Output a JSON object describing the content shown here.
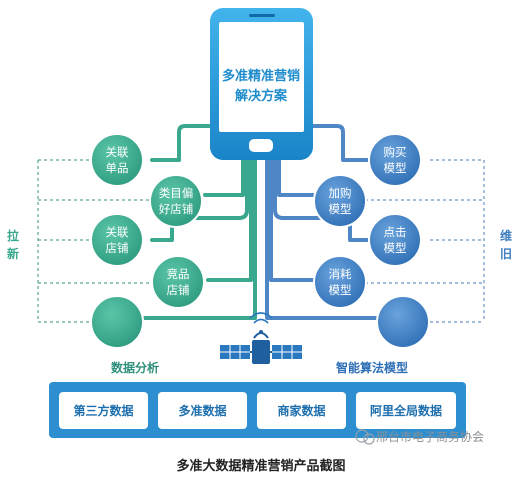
{
  "phone": {
    "line1": "多准精准营销",
    "line2": "解决方案"
  },
  "left_nodes": [
    {
      "line1": "关联",
      "line2": "单品"
    },
    {
      "line1": "类目偏",
      "line2": "好店铺"
    },
    {
      "line1": "关联",
      "line2": "店铺"
    },
    {
      "line1": "竞品",
      "line2": "店铺"
    },
    {
      "line1": "",
      "line2": ""
    }
  ],
  "right_nodes": [
    {
      "line1": "购买",
      "line2": "模型"
    },
    {
      "line1": "加购",
      "line2": "模型"
    },
    {
      "line1": "点击",
      "line2": "模型"
    },
    {
      "line1": "消耗",
      "line2": "模型"
    },
    {
      "line1": "",
      "line2": ""
    }
  ],
  "side_labels": {
    "left_a": "拉",
    "left_b": "新",
    "right_a": "维",
    "right_b": "旧"
  },
  "group_labels": {
    "left": "数据分析",
    "right": "智能算法模型"
  },
  "data_sources": [
    "第三方数据",
    "多准数据",
    "商家数据",
    "阿里全局数据"
  ],
  "watermark": "邢台市电子商务协会",
  "caption": "多准大数据精准营销产品截图",
  "colors": {
    "teal": "#3aa78f",
    "blue": "#3f7fc2",
    "phone_blue": "#1f96d8",
    "box_blue": "#2d8fd0"
  }
}
